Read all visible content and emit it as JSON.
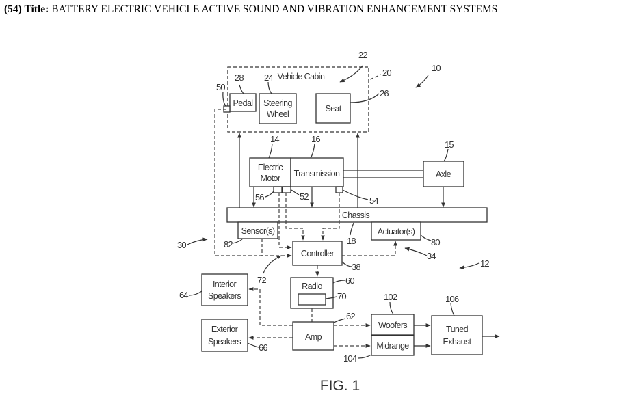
{
  "header": {
    "number": "(54)",
    "title_label": "Title:",
    "title": "BATTERY ELECTRIC VEHICLE ACTIVE SOUND AND VIBRATION ENHANCEMENT SYSTEMS"
  },
  "figure": {
    "caption": "FIG. 1",
    "blocks": {
      "cabin": "Vehicle Cabin",
      "pedal": "Pedal",
      "steering_1": "Steering",
      "steering_2": "Wheel",
      "seat": "Seat",
      "motor_1": "Electric",
      "motor_2": "Motor",
      "transmission": "Transmission",
      "axle": "Axle",
      "chassis": "Chassis",
      "sensors": "Sensor(s)",
      "actuators": "Actuator(s)",
      "controller": "Controller",
      "radio": "Radio",
      "interior_1": "Interior",
      "interior_2": "Speakers",
      "exterior_1": "Exterior",
      "exterior_2": "Speakers",
      "amp": "Amp",
      "woofers": "Woofers",
      "midrange": "Midrange",
      "exhaust_1": "Tuned",
      "exhaust_2": "Exhaust"
    },
    "refs": {
      "r10": "10",
      "r12": "12",
      "r14": "14",
      "r15": "15",
      "r16": "16",
      "r18": "18",
      "r20": "20",
      "r22": "22",
      "r24": "24",
      "r26": "26",
      "r28": "28",
      "r30": "30",
      "r34": "34",
      "r38": "38",
      "r50": "50",
      "r52": "52",
      "r54": "54",
      "r56": "56",
      "r60": "60",
      "r62": "62",
      "r64": "64",
      "r66": "66",
      "r70": "70",
      "r72": "72",
      "r80": "80",
      "r82": "82",
      "r102": "102",
      "r104": "104",
      "r106": "106"
    }
  }
}
